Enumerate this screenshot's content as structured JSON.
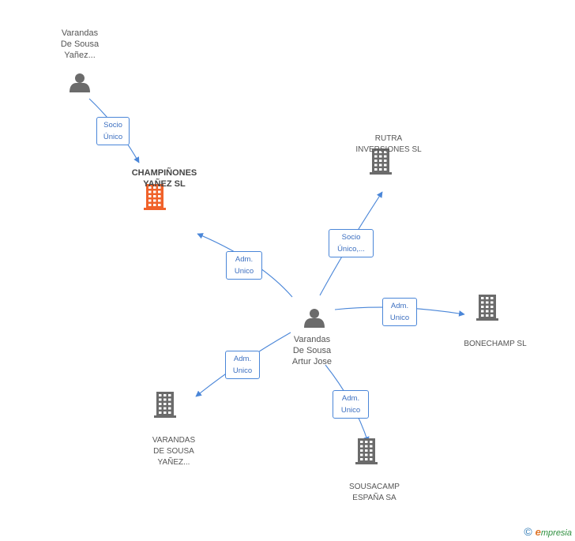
{
  "nodes": {
    "person_yanez": {
      "label": "Varandas\nDe Sousa\nYañez...",
      "icon": "person-icon"
    },
    "champinones": {
      "label": "CHAMPIÑONES\nYAÑEZ SL",
      "icon": "building-icon"
    },
    "rutra": {
      "label": "RUTRA\nINVERSIONES SL",
      "icon": "building-icon"
    },
    "person_artur": {
      "label": "Varandas\nDe Sousa\nArtur Jose",
      "icon": "person-icon"
    },
    "bonechamp": {
      "label": "BONECHAMP SL",
      "icon": "building-icon"
    },
    "varandas_co": {
      "label": "VARANDAS\nDE SOUSA\nYAÑEZ...",
      "icon": "building-icon"
    },
    "sousacamp": {
      "label": "SOUSACAMP\nESPAÑA SA",
      "icon": "building-icon"
    }
  },
  "edges": {
    "e1": {
      "label": "Socio\nÚnico"
    },
    "e2": {
      "label": "Adm.\nUnico"
    },
    "e3": {
      "label": "Socio\nÚnico,..."
    },
    "e4": {
      "label": "Adm.\nUnico"
    },
    "e5": {
      "label": "Adm.\nUnico"
    },
    "e6": {
      "label": "Adm.\nUnico"
    }
  },
  "footer": {
    "copyright": "©",
    "brand_initial": "e",
    "brand_rest": "mpresia"
  },
  "colors": {
    "edge": "#4a86d8",
    "person": "#6b6b6b",
    "building": "#6b6b6b",
    "focus_building": "#f0622a"
  }
}
